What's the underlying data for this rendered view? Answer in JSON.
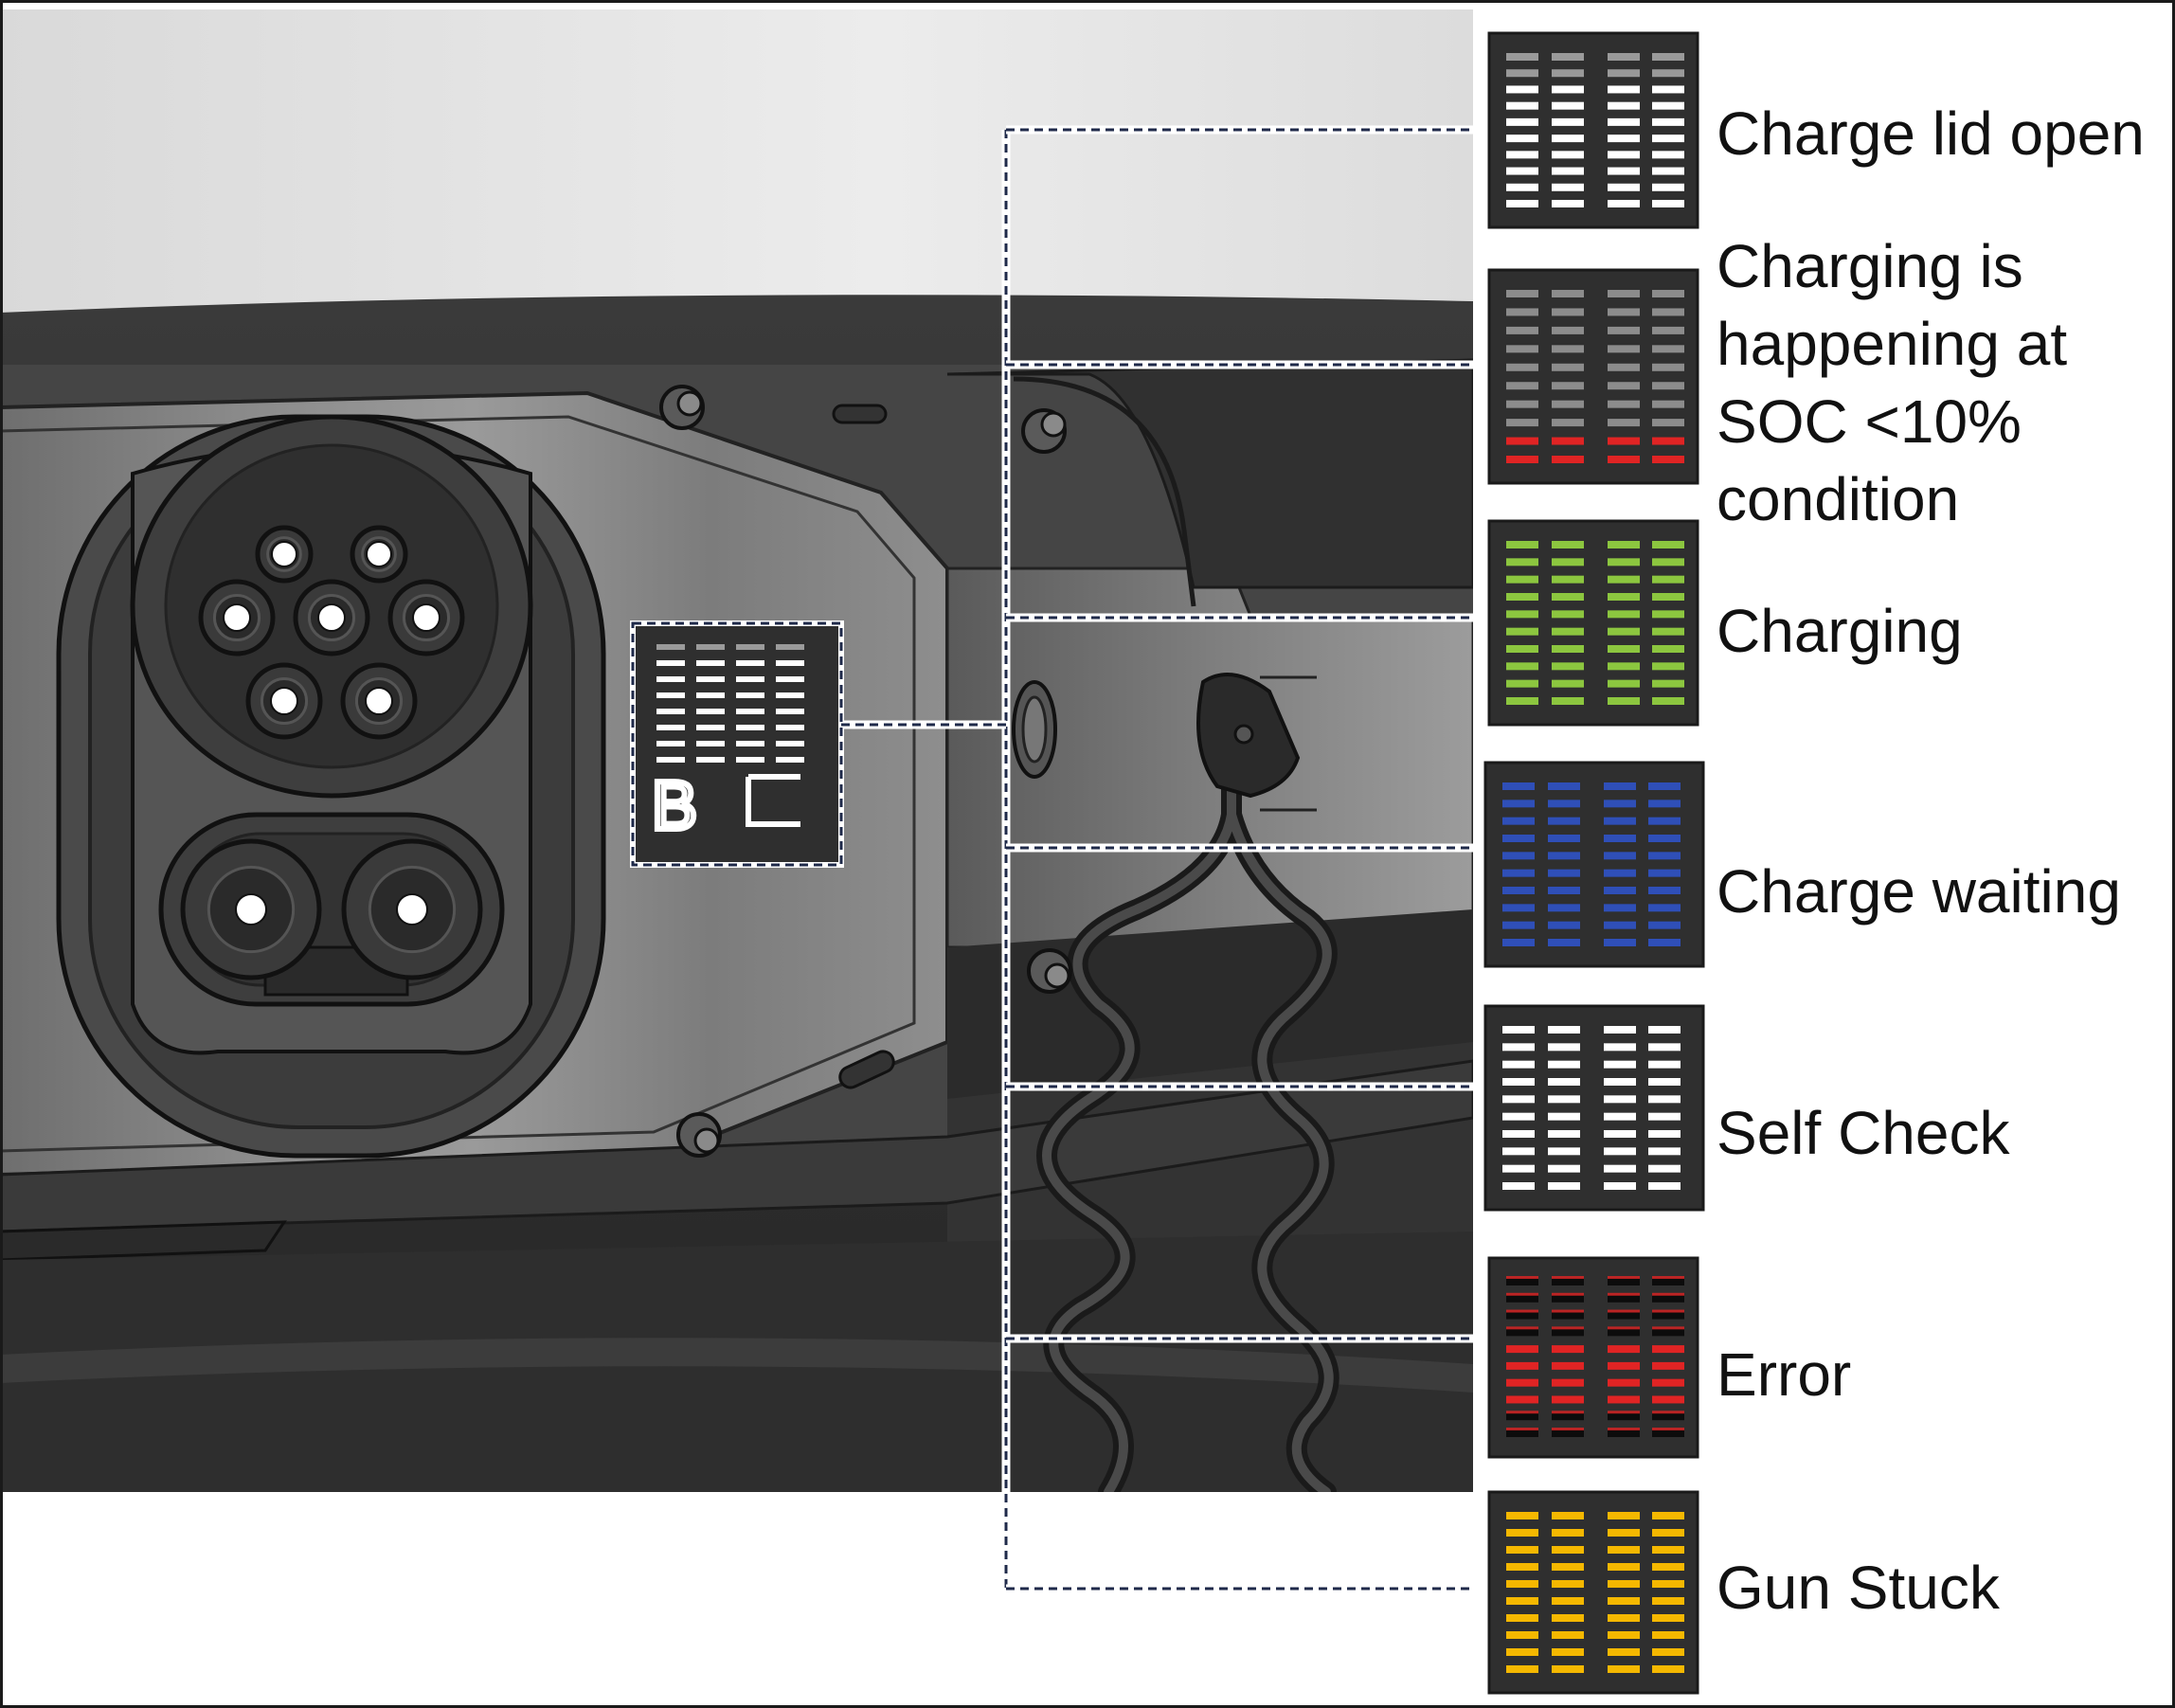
{
  "figure": {
    "background": "#ffffff",
    "led_panel_bg": "#2f2f2f",
    "connector_display_text": "B",
    "callout_line_color": "#1f2a4a"
  },
  "states": [
    {
      "label": "Charge lid open",
      "color": "#ffffff",
      "dim_color": "#9a9a9a",
      "pattern": "dim_top_two"
    },
    {
      "label": "Charging is\nhappening at\nSOC <10%\ncondition",
      "color": "#e02424",
      "dim_color": "#8c8c8c",
      "pattern": "dim_with_red_bottom"
    },
    {
      "label": "Charging",
      "color": "#8cc63f",
      "pattern": "all"
    },
    {
      "label": "Charge waiting",
      "color": "#2f4fb8",
      "pattern": "all"
    },
    {
      "label": "Self Check",
      "color": "#ffffff",
      "pattern": "all"
    },
    {
      "label": "Error",
      "color": "#e02424",
      "pattern": "error"
    },
    {
      "label": "Gun Stuck",
      "color": "#f5b800",
      "pattern": "all"
    }
  ]
}
